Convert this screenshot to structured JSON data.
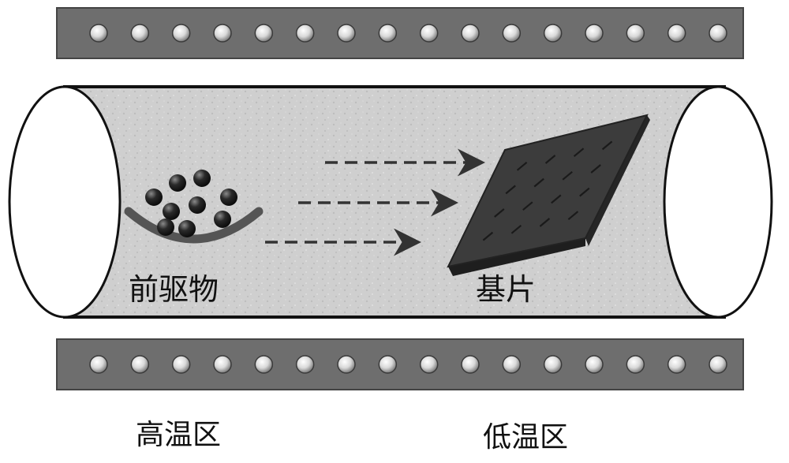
{
  "labels": {
    "precursor": "前驱物",
    "substrate": "基片",
    "high_temp_zone": "高温区",
    "low_temp_zone": "低温区"
  },
  "heater": {
    "bead_count": 16,
    "bar_color": "#6e6e6e",
    "bead_color": "#f2f2f2"
  },
  "tube": {
    "fill_color": "#c8c8c8",
    "outline_color": "#111111"
  },
  "precursor": {
    "particle_count": 9,
    "particle_color": "#2a2a2a",
    "boat_color": "#555555"
  },
  "substrate": {
    "color": "#3c3c3c"
  },
  "arrows": {
    "count": 3,
    "color": "#333333"
  }
}
